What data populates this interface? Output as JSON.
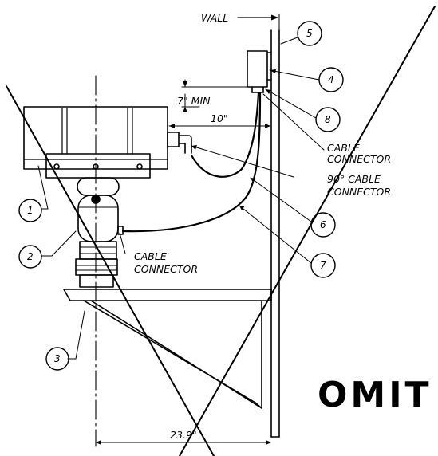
{
  "labels": {
    "wall": "WALL",
    "min_clearance": "7\" MIN",
    "offset": "10\"",
    "cable_connector_top_1": "CABLE",
    "cable_connector_top_2": "CONNECTOR",
    "cable_90_1": "90° CABLE",
    "cable_90_2": "CONNECTOR",
    "cable_connector_bottom_1": "CABLE",
    "cable_connector_bottom_2": "CONNECTOR",
    "width_dim": "23.9\"",
    "omit": "OMIT"
  },
  "callouts": [
    "1",
    "2",
    "3",
    "4",
    "5",
    "6",
    "7",
    "8"
  ]
}
